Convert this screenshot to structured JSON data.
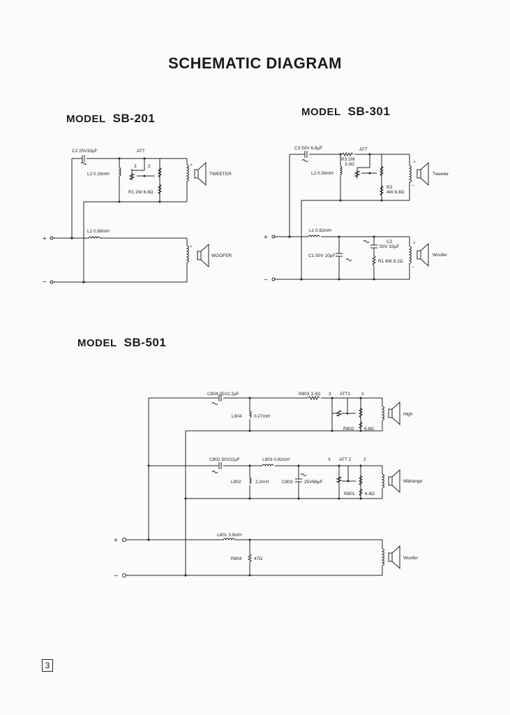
{
  "title": "SCHEMATIC DIAGRAM",
  "page_number": "3",
  "sb201": {
    "model_word": "MODEL",
    "model_name": "SB-201",
    "c2": "C2 25V33µF",
    "att": "ATT",
    "tap3": "3",
    "tap2": "2",
    "l2": "L2 0.33mH",
    "r1": "R1 2W 6.8Ω",
    "tweeter": "TWEETER",
    "l1": "L1 0.68mH",
    "woofer": "WOOFER",
    "plus": "+",
    "minus": "−"
  },
  "sb301": {
    "model_word": "MODEL",
    "model_name": "SB-301",
    "c3": "C3 50V 6.8µF",
    "att": "ATT",
    "r3a": "R3 2W",
    "r3b": "3.3Ω",
    "l2": "L2 0.56mH",
    "r2a": "R2",
    "r2b": "4W 6.8Ω",
    "tweeter": "Tweeter",
    "l1": "L1 0.82mH",
    "c2a": "C2",
    "c2b": "50V 33µF",
    "c1": "C1 50V 10µF",
    "r1": "R1 6W 8.2Ω",
    "woofer": "Woofer",
    "plus": "+",
    "minus": "−"
  },
  "sb501": {
    "model_word": "MODEL",
    "model_name": "SB-501",
    "c804": "C804 25V2.2µF",
    "r803": "R803 3.3Ω",
    "att1": "ATT1",
    "tap3a": "3",
    "tap2a": "2",
    "l804": "L804",
    "l804v": "0.27mH",
    "high": "High",
    "r802": "R802",
    "r802v": "6.8Ω",
    "c802": "C802 50V22µF",
    "l803": "L803 0.82mH",
    "att2": "ATT 2",
    "tap3b": "3",
    "tap2b": "2",
    "l802": "L802",
    "l802v": "2.2mH",
    "c803": "C803",
    "c803v": "25V68µF",
    "midrange": "Midrange",
    "r801": "R801",
    "r801v": "6.8Ω",
    "l801": "L801 3.9mH",
    "r804": "R804",
    "r804v": "47Ω",
    "woofer": "Woofer",
    "plus": "+",
    "minus": "−"
  }
}
